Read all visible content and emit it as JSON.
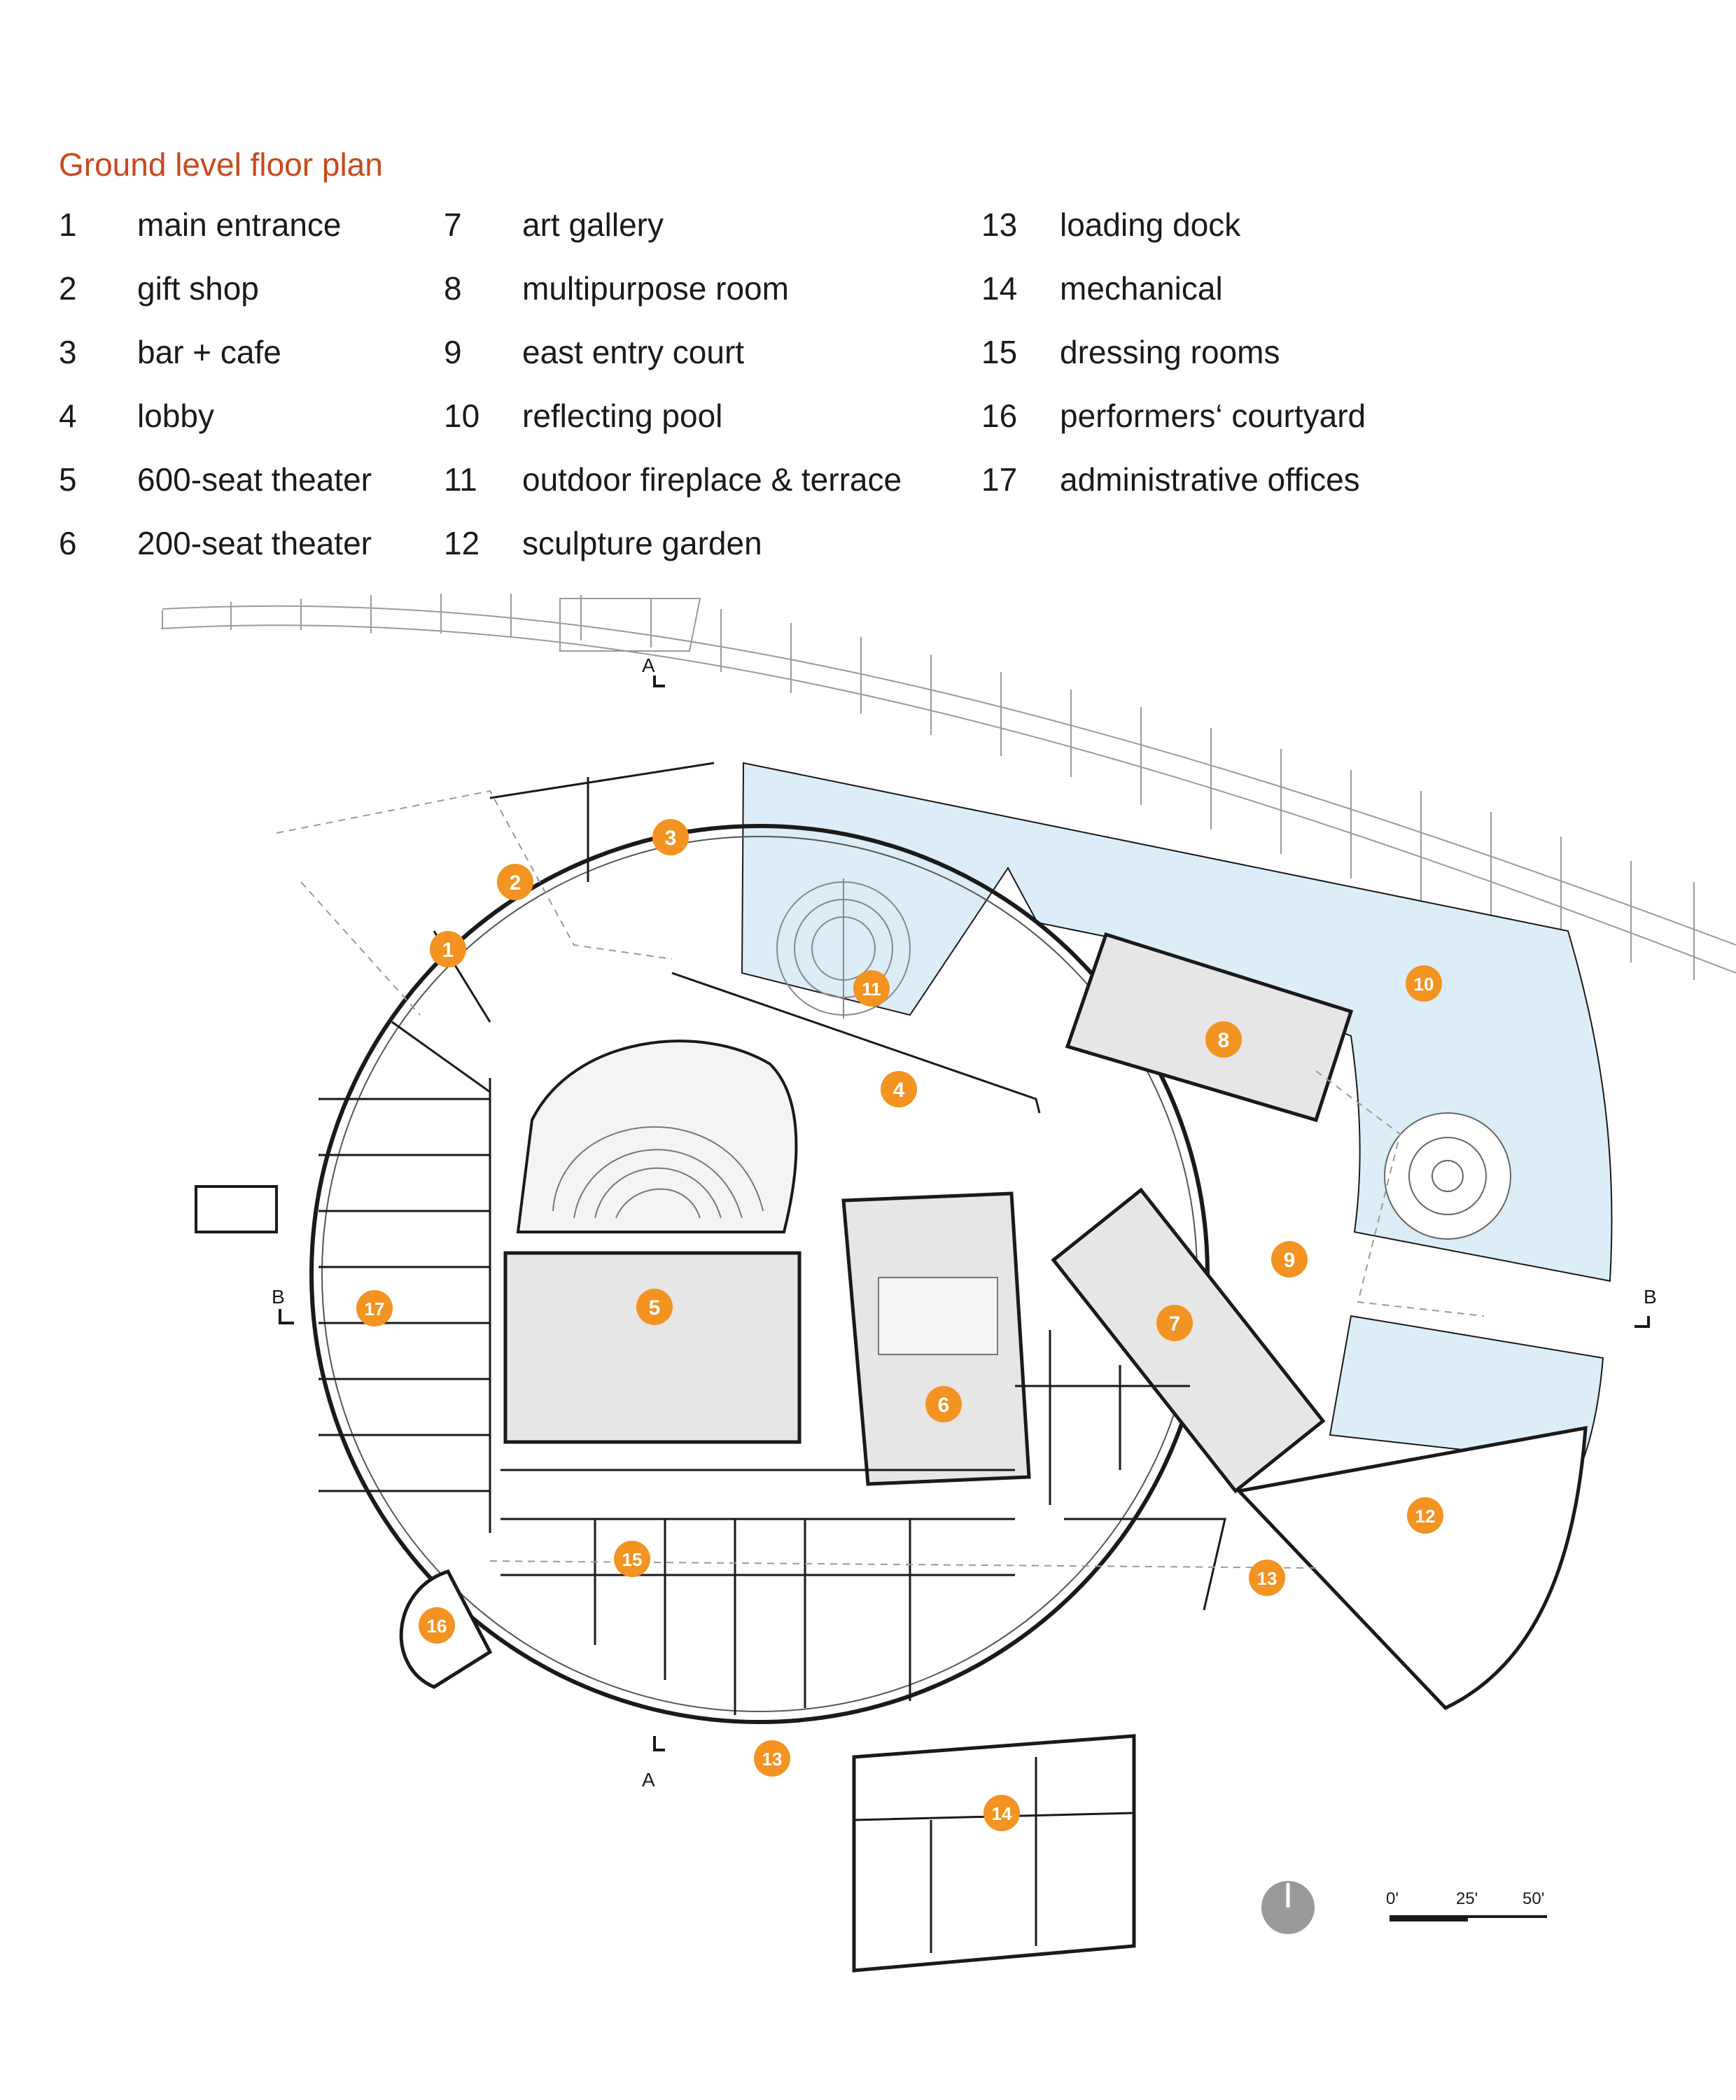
{
  "title": "Ground level floor plan",
  "legend": [
    {
      "num": "1",
      "label": "main entrance"
    },
    {
      "num": "2",
      "label": "gift shop"
    },
    {
      "num": "3",
      "label": "bar + cafe"
    },
    {
      "num": "4",
      "label": "lobby"
    },
    {
      "num": "5",
      "label": "600-seat theater"
    },
    {
      "num": "6",
      "label": "200-seat theater"
    },
    {
      "num": "7",
      "label": "art gallery"
    },
    {
      "num": "8",
      "label": "multipurpose room"
    },
    {
      "num": "9",
      "label": "east entry court"
    },
    {
      "num": "10",
      "label": "reflecting pool"
    },
    {
      "num": "11",
      "label": "outdoor fireplace & terrace"
    },
    {
      "num": "12",
      "label": "sculpture garden"
    },
    {
      "num": "13",
      "label": "loading dock"
    },
    {
      "num": "14",
      "label": "mechanical"
    },
    {
      "num": "15",
      "label": "dressing rooms"
    },
    {
      "num": "16",
      "label": "performers‘ courtyard"
    },
    {
      "num": "17",
      "label": "administrative offices"
    }
  ],
  "section_marks": {
    "a": "A",
    "b": "B"
  },
  "scale_bar": {
    "zero": "0'",
    "mid": "25'",
    "end": "50'"
  },
  "colors": {
    "accent": "#c8491c",
    "marker": "#f39321",
    "pool": "#dcedf8",
    "room_fill": "#e6e6e6"
  }
}
